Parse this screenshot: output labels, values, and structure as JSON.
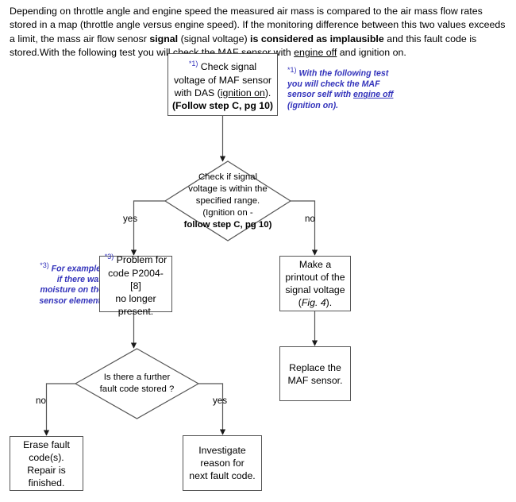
{
  "intro": {
    "line1": "Depending on throttle angle and engine speed the measured air mass is compared to the air mass flow rates stored",
    "line2_a": "in a map (throttle angle versus engine speed). If the monitoring difference between this two values exceeds a limit,",
    "line3_a": "the mass air flow senosr ",
    "line3_b": "signal",
    "line3_c": " (signal voltage) ",
    "line3_d": "is considered as implausible",
    "line3_e": " and this fault code is stored.With the",
    "line4_a": "following test you will check the  MAF sensor with ",
    "line4_b": "engine off",
    "line4_c": " and ignition on."
  },
  "nodes": {
    "check_signal": {
      "marker": "*1)",
      "l1": " Check signal",
      "l2": "voltage of  MAF sensor",
      "l3_a": "with DAS  (",
      "l3_b": "ignition on",
      "l3_c": ").",
      "l4": "(Follow step C, pg 10)"
    },
    "decision_range": {
      "l1": "Check if signal",
      "l2": "voltage is within the",
      "l3": "specified range.",
      "l4": "(Ignition on -",
      "l5": "follow step C, pg 10)"
    },
    "problem_gone": {
      "marker": "*3)",
      "l1": " Problem for",
      "l2": "code P2004-[8]",
      "l3": "no longer",
      "l4": "present."
    },
    "printout": {
      "l1": "Make a",
      "l2": "printout of the",
      "l3": "signal voltage",
      "l4_a": "(",
      "l4_b": "Fig. 4",
      "l4_c": ")."
    },
    "replace": {
      "l1": "Replace the",
      "l2": "MAF sensor."
    },
    "decision_further": {
      "l1": "Is there a further",
      "l2": "fault code stored ?"
    },
    "erase": {
      "l1": "Erase fault",
      "l2": "code(s).",
      "l3": "Repair is",
      "l4": "finished."
    },
    "investigate": {
      "l1": "Investigate",
      "l2": "reason for",
      "l3": "next fault code."
    }
  },
  "branch_labels": {
    "range_yes": "yes",
    "range_no": "no",
    "further_no": "no",
    "further_yes": "yes"
  },
  "notes": {
    "note1": {
      "marker": "*1)",
      "l1": " With the following test",
      "l2": "you will check the  MAF",
      "l3_a": "sensor self  with ",
      "l3_b": "engine off",
      "l4": "(ignition on)."
    },
    "note3": {
      "marker": "*3)",
      "l1": " For example,",
      "l2": "if there was",
      "l3": "moisture on the",
      "l4": "sensor element."
    }
  },
  "colors": {
    "annotation_blue": "#3333bb",
    "line": "#555555",
    "text": "#000000"
  }
}
